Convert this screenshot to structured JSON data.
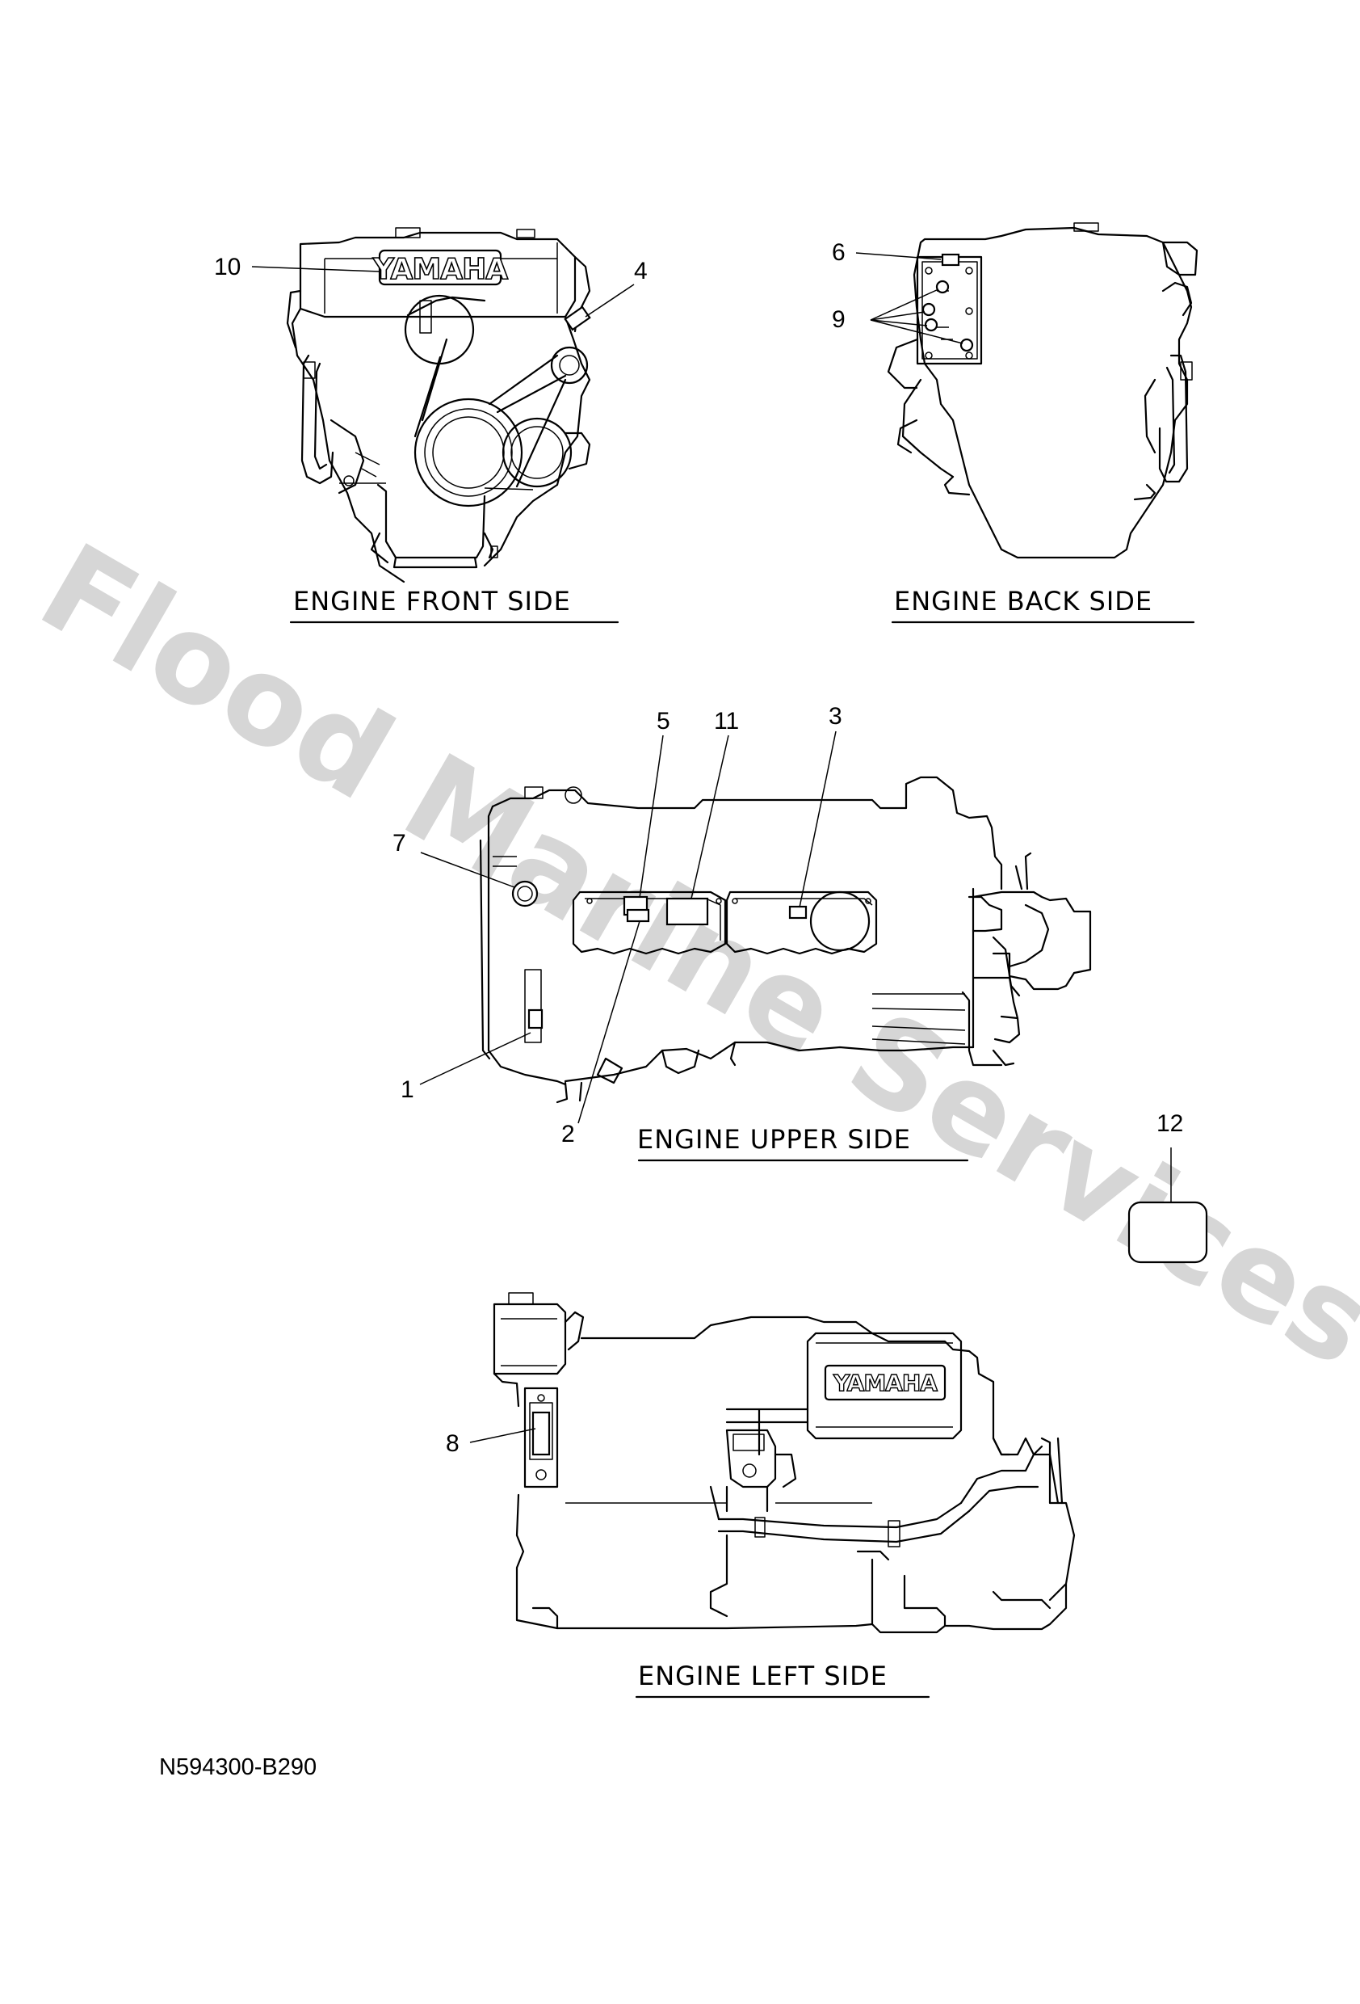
{
  "watermark": "Flood Marine Services",
  "brand_logo": "YAMAHA",
  "views": {
    "front": "ENGINE FRONT SIDE",
    "back": "ENGINE BACK SIDE",
    "upper": "ENGINE UPPER SIDE",
    "left": "ENGINE LEFT SIDE"
  },
  "callouts": {
    "c1": "1",
    "c2": "2",
    "c3": "3",
    "c4": "4",
    "c5": "5",
    "c6": "6",
    "c7": "7",
    "c8": "8",
    "c9": "9",
    "c10": "10",
    "c11": "11",
    "c12": "12"
  },
  "part_number": "N594300-B290"
}
